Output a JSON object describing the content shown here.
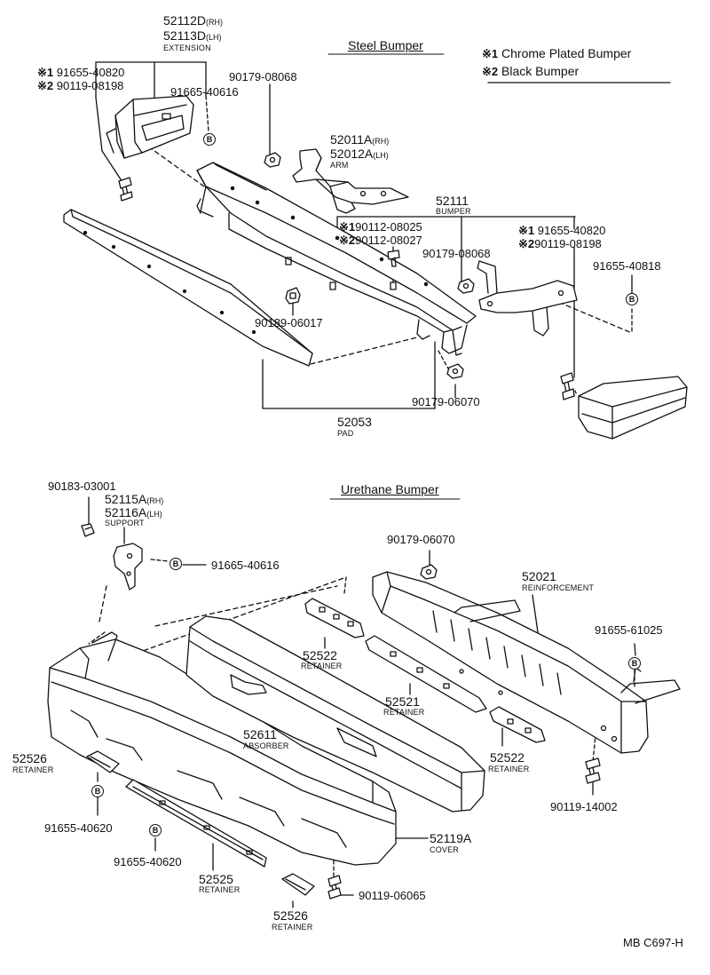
{
  "steel_section": {
    "title": "Steel Bumper",
    "legend": [
      {
        "mark": "※1",
        "text": "Chrome Plated Bumper"
      },
      {
        "mark": "※2",
        "text": "Black Bumper"
      }
    ],
    "parts": {
      "extension_rh": "52112D",
      "extension_rh_side": "(RH)",
      "extension_lh": "52113D",
      "extension_lh_side": "(LH)",
      "extension_name": "EXTENSION",
      "left_bolt_1": "91655-40820",
      "left_bolt_2": "90119-08198",
      "screw_91665": "91665-40616",
      "nut_90179_08068_a": "90179-08068",
      "arm_rh": "52011A",
      "arm_rh_side": "(RH)",
      "arm_lh": "52012A",
      "arm_lh_side": "(LH)",
      "arm_name": "ARM",
      "bumper": "52111",
      "bumper_name": "BUMPER",
      "clip_1": "90112-08025",
      "clip_2": "90112-08027",
      "nut_90179_08068_b": "90179-08068",
      "right_bolt_1": "91655-40820",
      "right_bolt_2": "90119-08198",
      "bolt_91655_40818": "91655-40818",
      "clip_90189": "90189-06017",
      "nut_90179_06070": "90179-06070",
      "pad": "52053",
      "pad_name": "PAD"
    }
  },
  "urethane_section": {
    "title": "Urethane Bumper",
    "parts": {
      "clip_90183": "90183-03001",
      "support_rh": "52115A",
      "support_rh_side": "(RH)",
      "support_lh": "52116A",
      "support_lh_side": "(LH)",
      "support_name": "SUPPORT",
      "screw_91665": "91665-40616",
      "nut_90179_06070": "90179-06070",
      "reinforcement": "52021",
      "reinforcement_name": "REINFORCEMENT",
      "retainer_52522_a": "52522",
      "retainer_name": "RETAINER",
      "retainer_52521": "52521",
      "bolt_91655_61025": "91655-61025",
      "absorber": "52611",
      "absorber_name": "ABSORBER",
      "retainer_52522_b": "52522",
      "retainer_52526_a": "52526",
      "bolt_90119_14002": "90119-14002",
      "bolt_91655_40620_a": "91655-40620",
      "bolt_91655_40620_b": "91655-40620",
      "cover": "52119A",
      "cover_name": "COVER",
      "retainer_52525": "52525",
      "bolt_90119_06065": "90119-06065",
      "retainer_52526_b": "52526"
    }
  },
  "marks": {
    "one": "※1",
    "two": "※2",
    "bolt_symbol": "B"
  },
  "footer_code": "MB C697-H"
}
